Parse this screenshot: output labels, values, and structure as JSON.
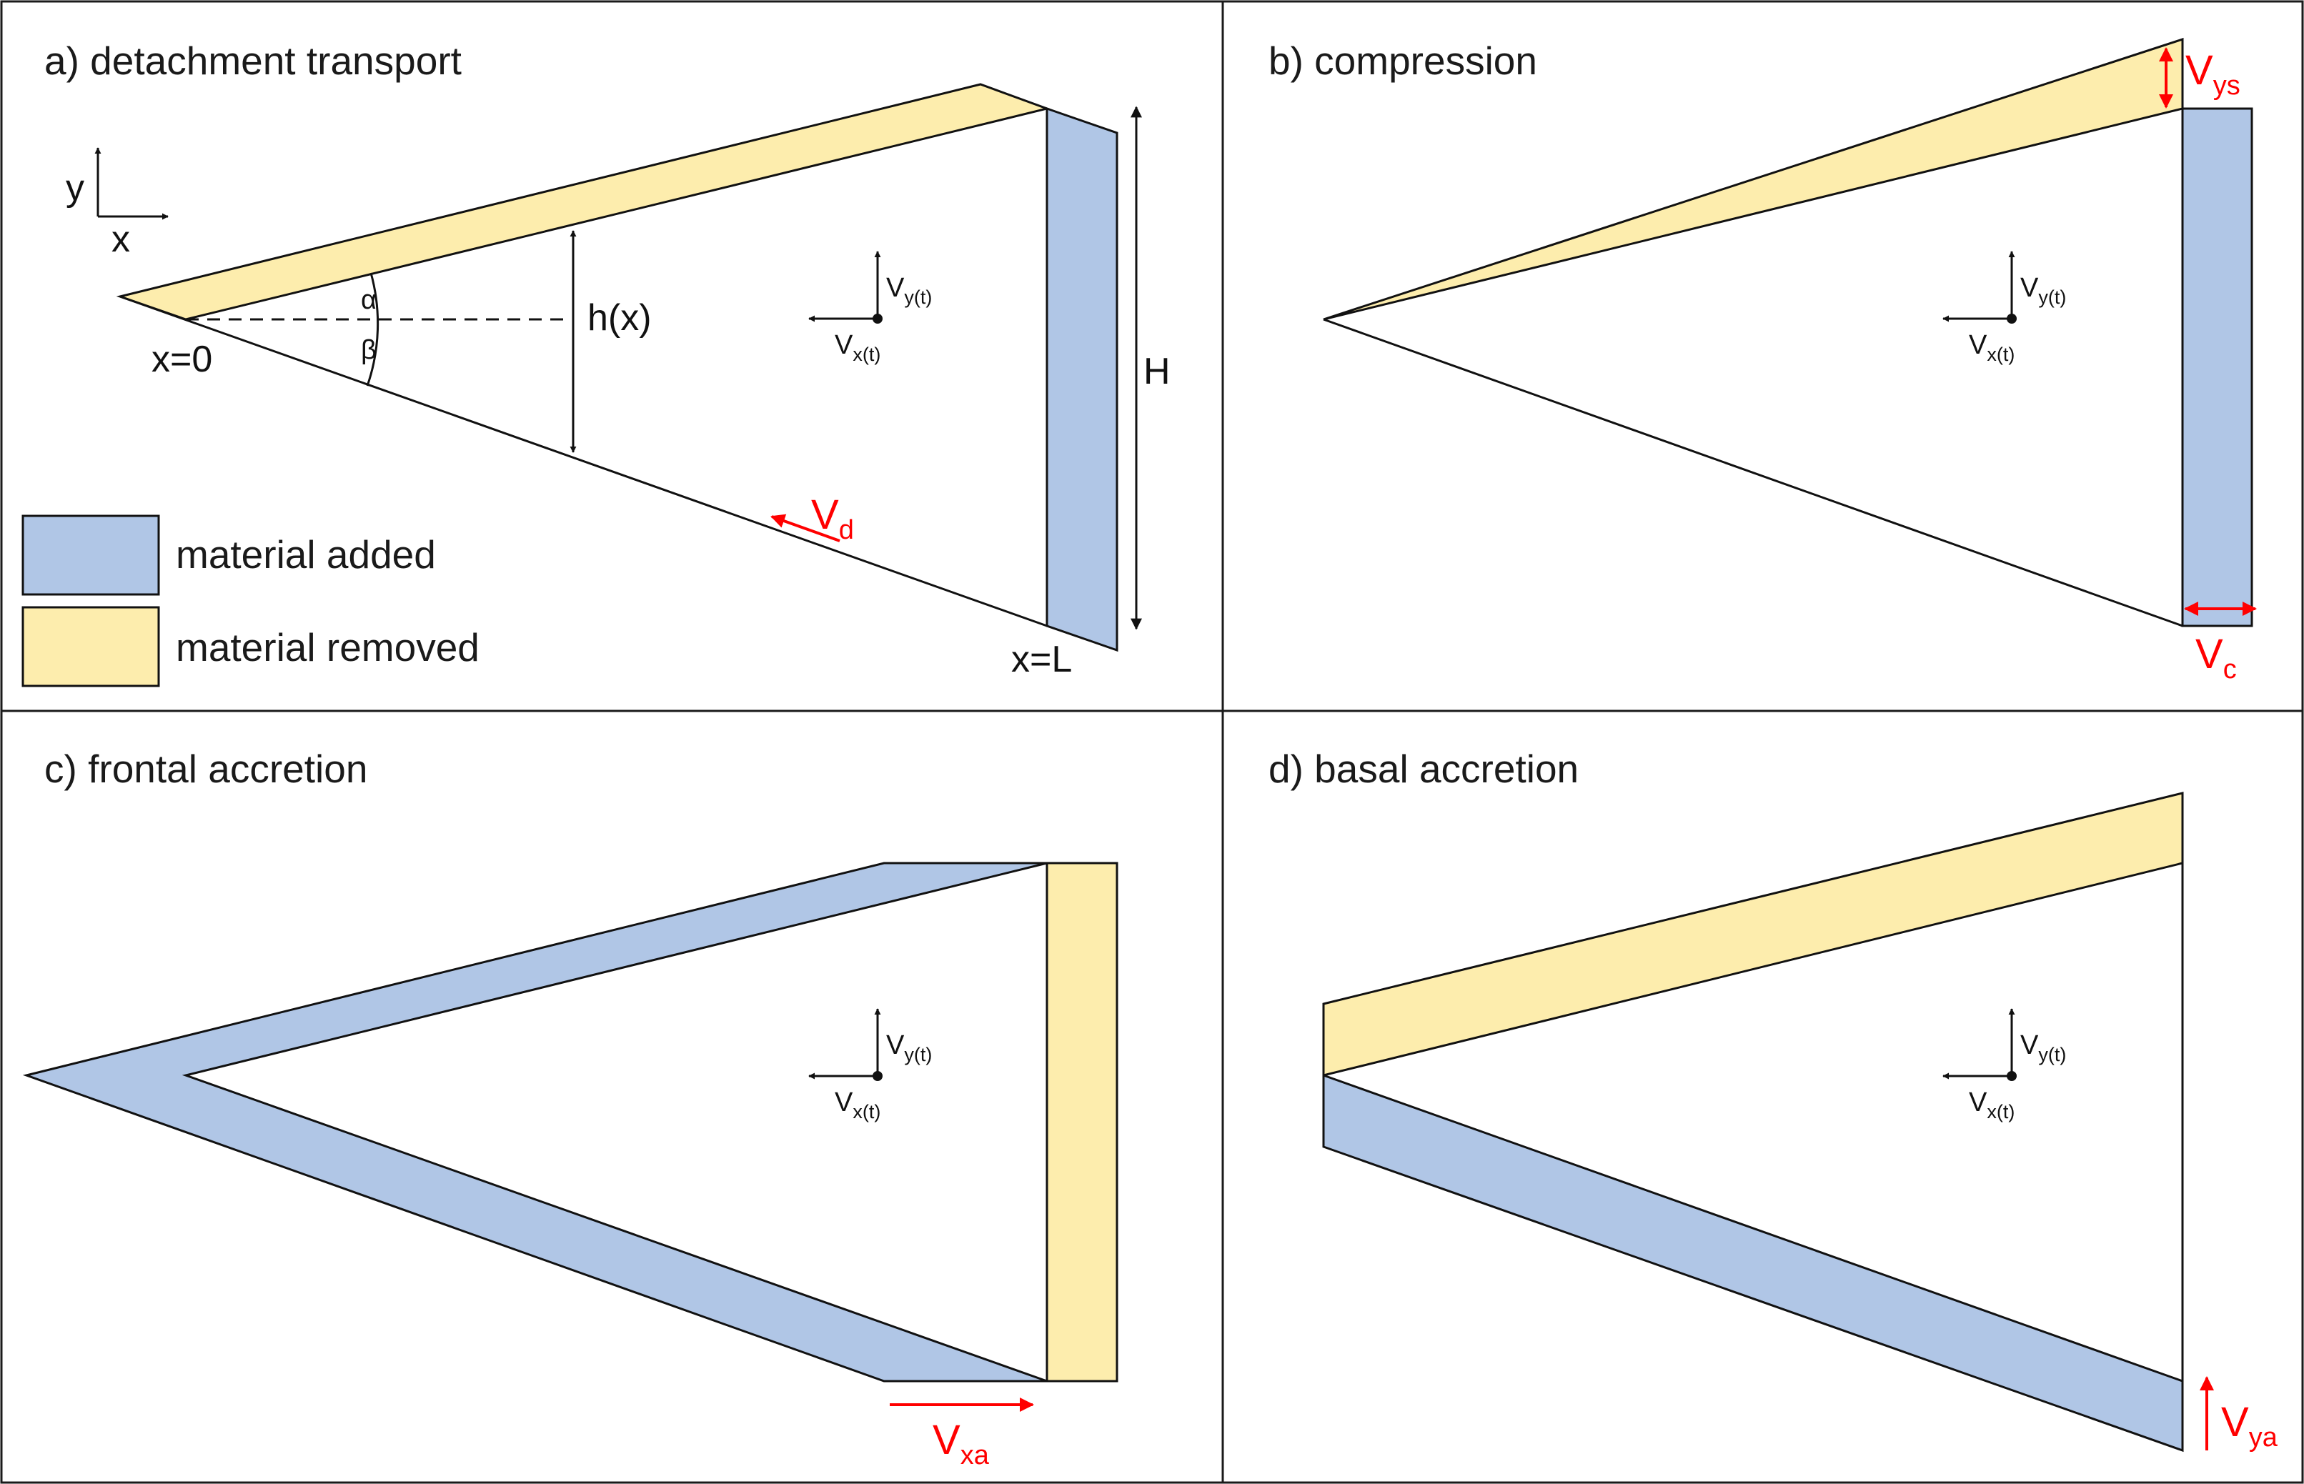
{
  "colors": {
    "added": "#b0c6e6",
    "removed": "#fdedad",
    "accent_red": "#ff0000",
    "line": "#111111",
    "frame": "#1a1a1a"
  },
  "panels": {
    "a": {
      "title": "a) detachment transport",
      "axes": {
        "y": "y",
        "x": "x"
      },
      "origin_label": "x=0",
      "end_label": "x=L",
      "alpha": "α",
      "beta": "β",
      "thickness_label": "h(x)",
      "height_label": "H",
      "vd": {
        "main": "V",
        "sub": "d"
      },
      "velocity_frame": {
        "vy_main": "V",
        "vy_sub": "y(t)",
        "vx_main": "V",
        "vx_sub": "x(t)"
      }
    },
    "b": {
      "title": "b) compression",
      "vys": {
        "main": "V",
        "sub": "ys"
      },
      "vc": {
        "main": "V",
        "sub": "c"
      },
      "velocity_frame": {
        "vy_main": "V",
        "vy_sub": "y(t)",
        "vx_main": "V",
        "vx_sub": "x(t)"
      }
    },
    "c": {
      "title": "c) frontal accretion",
      "vxa": {
        "main": "V",
        "sub": "xa"
      },
      "velocity_frame": {
        "vy_main": "V",
        "vy_sub": "y(t)",
        "vx_main": "V",
        "vx_sub": "x(t)"
      }
    },
    "d": {
      "title": "d) basal accretion",
      "vya": {
        "main": "V",
        "sub": "ya"
      },
      "velocity_frame": {
        "vy_main": "V",
        "vy_sub": "y(t)",
        "vx_main": "V",
        "vx_sub": "x(t)"
      }
    }
  },
  "legend": {
    "added": "material added",
    "removed": "material removed"
  }
}
